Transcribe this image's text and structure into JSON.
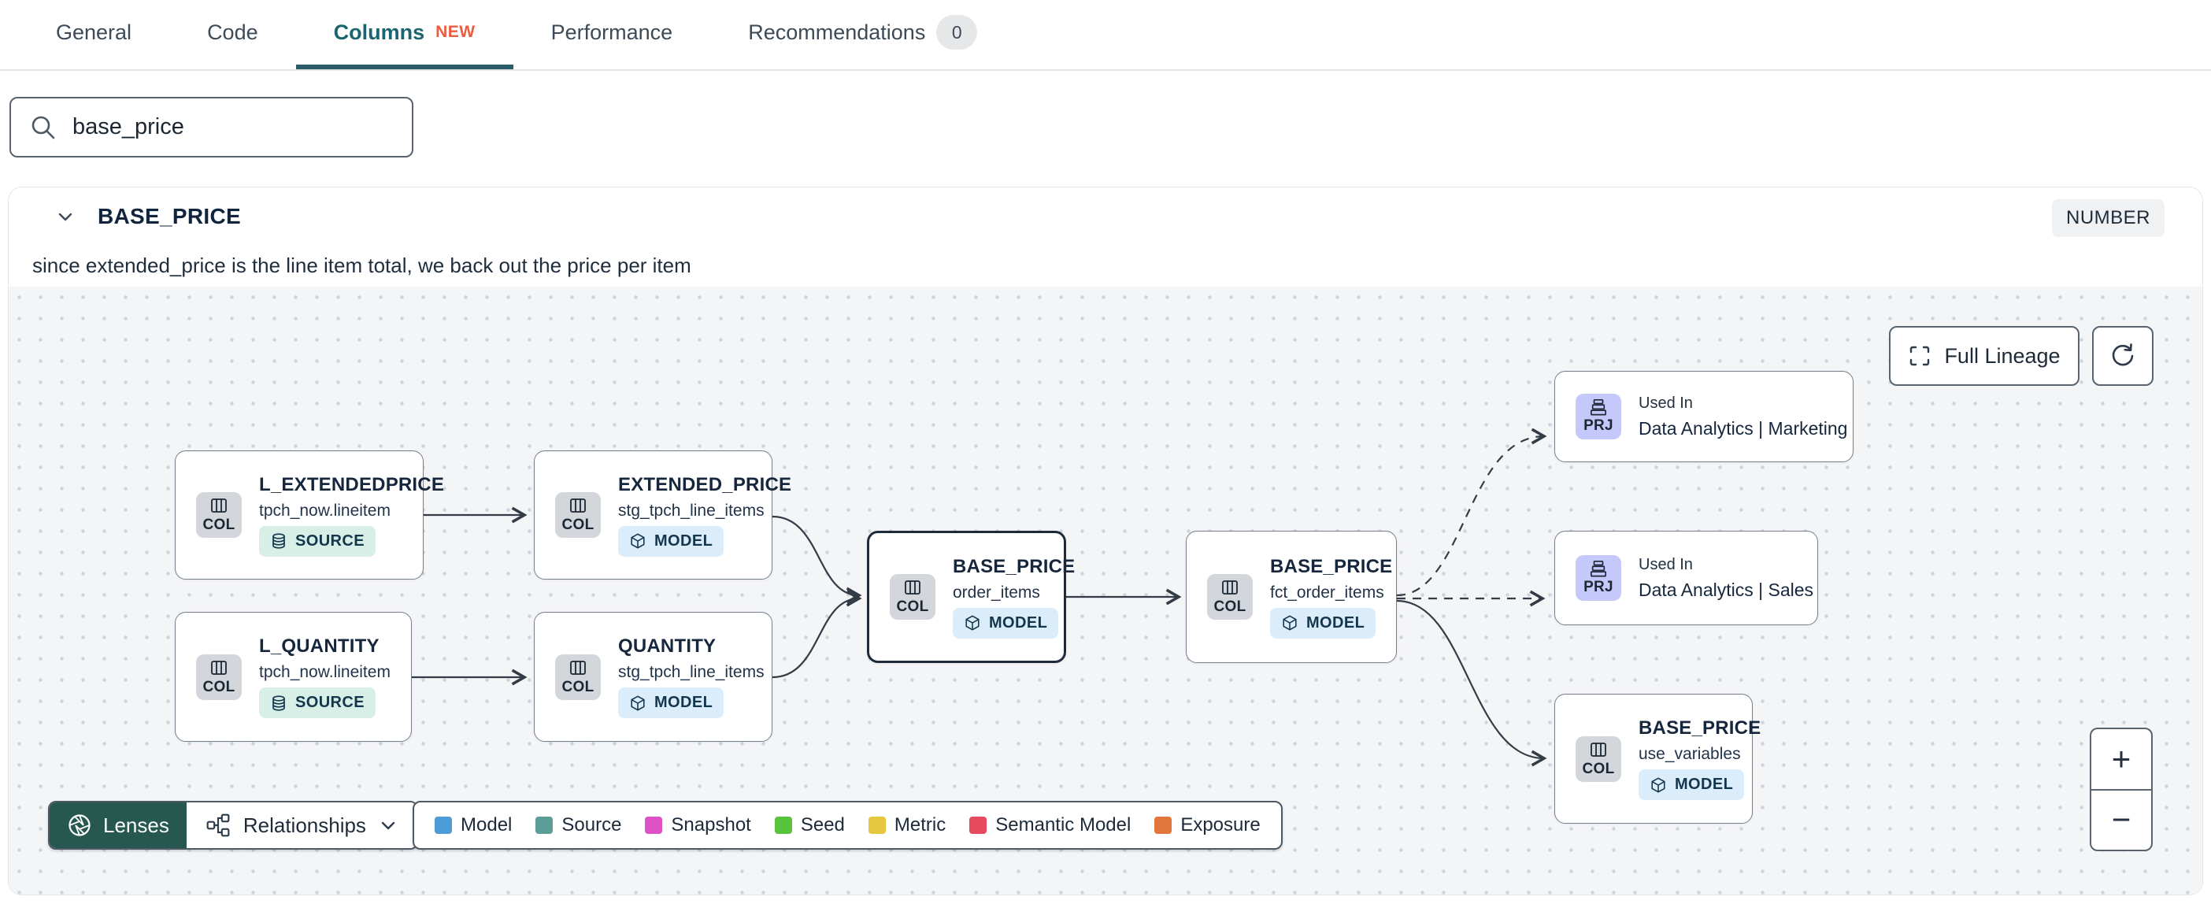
{
  "tabs": [
    {
      "label": "General"
    },
    {
      "label": "Code"
    },
    {
      "label": "Columns",
      "tag": "NEW"
    },
    {
      "label": "Performance"
    },
    {
      "label": "Recommendations",
      "count": "0"
    }
  ],
  "search": {
    "value": "base_price"
  },
  "column_panel": {
    "name": "BASE_PRICE",
    "type_badge": "NUMBER",
    "description": "since extended_price is the line item total, we back out the price per item"
  },
  "graph": {
    "nodes": [
      {
        "chip": "COL",
        "title": "L_EXTENDEDPRICE",
        "subtitle": "tpch_now.lineitem",
        "badge": "SOURCE"
      },
      {
        "chip": "COL",
        "title": "EXTENDED_PRICE",
        "subtitle": "stg_tpch_line_items",
        "badge": "MODEL"
      },
      {
        "chip": "COL",
        "title": "L_QUANTITY",
        "subtitle": "tpch_now.lineitem",
        "badge": "SOURCE"
      },
      {
        "chip": "COL",
        "title": "QUANTITY",
        "subtitle": "stg_tpch_line_items",
        "badge": "MODEL"
      },
      {
        "chip": "COL",
        "title": "BASE_PRICE",
        "subtitle": "order_items",
        "badge": "MODEL"
      },
      {
        "chip": "COL",
        "title": "BASE_PRICE",
        "subtitle": "fct_order_items",
        "badge": "MODEL"
      },
      {
        "chip": "PRJ",
        "title": "Used In",
        "subtitle": "Data Analytics | Marketing"
      },
      {
        "chip": "PRJ",
        "title": "Used In",
        "subtitle": "Data Analytics | Sales"
      },
      {
        "chip": "COL",
        "title": "BASE_PRICE",
        "subtitle": "use_variables",
        "badge": "MODEL"
      }
    ],
    "controls": {
      "full_lineage": "Full Lineage",
      "zoom_in": "+",
      "zoom_out": "−"
    },
    "toolbar": {
      "lenses": "Lenses",
      "relationships": "Relationships"
    },
    "legend": [
      {
        "label": "Model",
        "color": "#4d9bd7"
      },
      {
        "label": "Source",
        "color": "#5d9d98"
      },
      {
        "label": "Snapshot",
        "color": "#dd52c5"
      },
      {
        "label": "Seed",
        "color": "#58c43c"
      },
      {
        "label": "Metric",
        "color": "#e7c73d"
      },
      {
        "label": "Semantic Model",
        "color": "#e64a5e"
      },
      {
        "label": "Exposure",
        "color": "#e2763c"
      }
    ]
  },
  "colors": {
    "tab_underline": "#2b5d68",
    "lenses_green": "#26584f",
    "selected_border": "#1e2b3a"
  }
}
